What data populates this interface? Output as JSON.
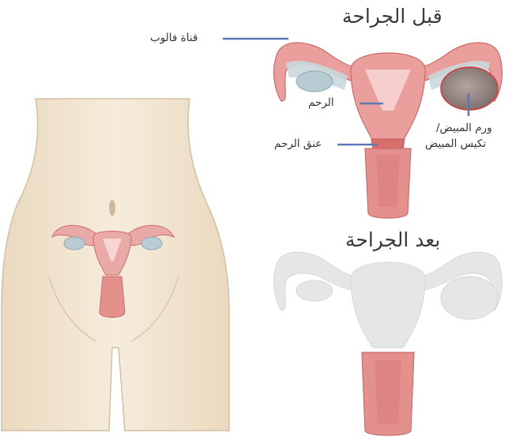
{
  "before": {
    "heading": "قبل الجراحة",
    "fallopian_tube": "قناة فالوب",
    "uterus": "الرحم",
    "cervix": "عنق الرحم",
    "ovarian_tumor_line1": "ورم المبيض/",
    "ovarian_tumor_line2": "تكيس المبيض"
  },
  "after": {
    "heading": "بعد الجراحة"
  },
  "colors": {
    "skin": "#f3e6cf",
    "skin_outline": "#d2c0a4",
    "tissue": "#e9a9a6",
    "tissue_dark": "#d47d7b",
    "ovary": "#b9ccd3",
    "tumor": "#9a8b88",
    "tumor_outline": "#d63b3b",
    "pointer": "#5a78b4",
    "faded": "#e4e4e4"
  }
}
